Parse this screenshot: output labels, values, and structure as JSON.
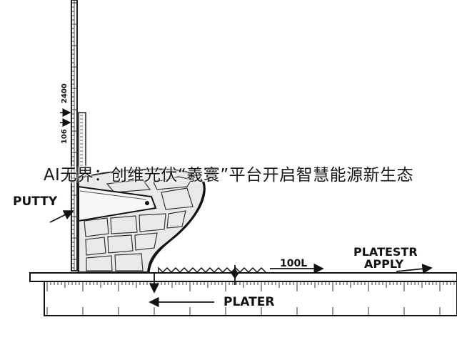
{
  "caption": "AI无界：创维光伏“羲寰”平台开启智慧能源新生态",
  "labels": {
    "putty": "PUTTY",
    "platestr": "PLATESTR",
    "apply": "APPLY",
    "plater": "PLATER",
    "dim_100l": "100L",
    "scale_top": "2400",
    "scale_mid": "106"
  }
}
